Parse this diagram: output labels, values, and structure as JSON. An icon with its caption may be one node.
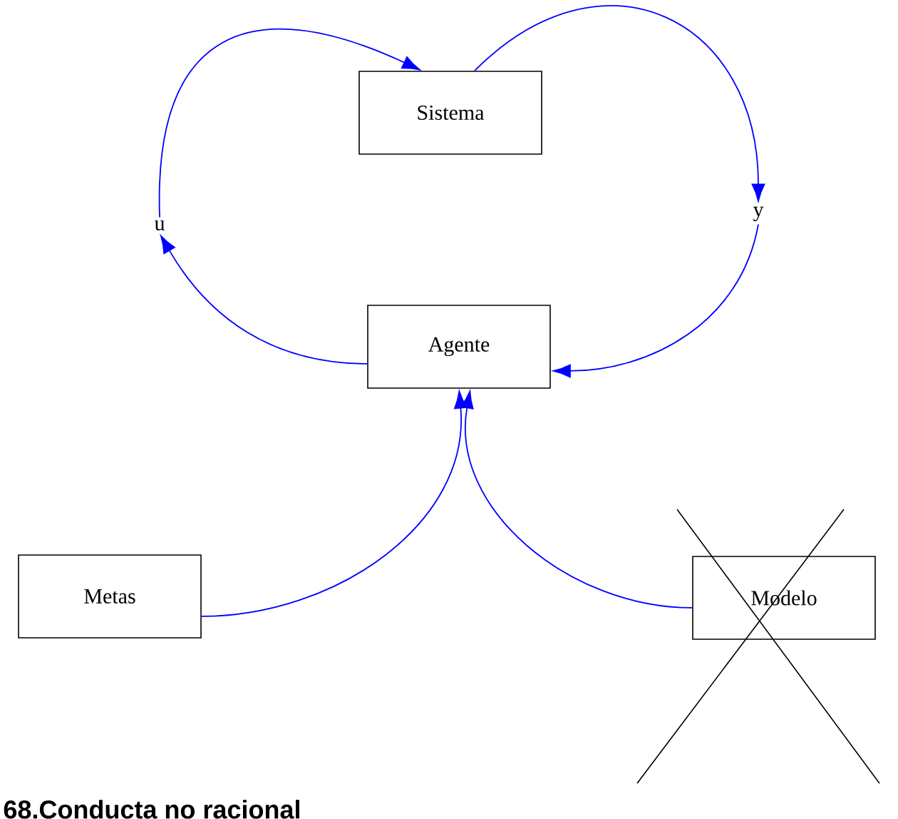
{
  "diagram": {
    "caption": "68.Conducta no racional",
    "nodes": [
      {
        "text": [
          "Sistema"
        ]
      },
      {
        "text": [
          "u"
        ]
      },
      {
        "text": [
          "y"
        ]
      },
      {
        "text": [
          "Agente"
        ]
      },
      {
        "text": [
          "Metas"
        ]
      },
      {
        "text": [
          "Modelo"
        ]
      }
    ],
    "edges": [
      {
        "from": 3,
        "to": 1,
        "arrow": "to"
      },
      {
        "from": 1,
        "to": 0,
        "arrow": "to"
      },
      {
        "from": 0,
        "to": 2,
        "arrow": "to"
      },
      {
        "from": 2,
        "to": 3,
        "arrow": "to"
      },
      {
        "from": 4,
        "to": 3,
        "arrow": "to"
      },
      {
        "from": 5,
        "to": 3,
        "arrow": "to"
      }
    ]
  }
}
